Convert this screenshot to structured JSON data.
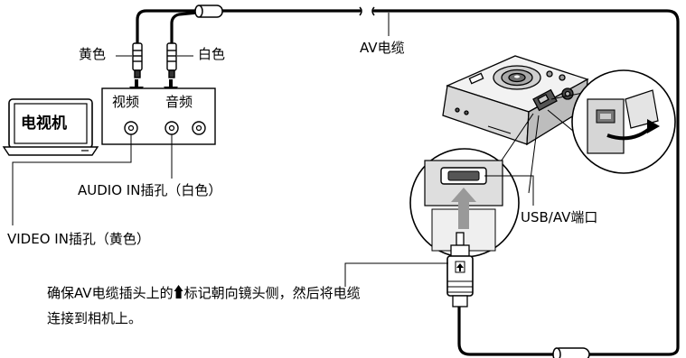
{
  "labels": {
    "yellow": "黄色",
    "white": "白色",
    "av_cable": "AV电缆",
    "tv": "电视机",
    "video": "视频",
    "audio": "音频",
    "audio_in": "AUDIO IN插孔（白色）",
    "video_in": "VIDEO IN插孔（黄色）",
    "usb_av_port": "USB/AV端口",
    "instruction_line1_pre": "确保AV电缆插头上的",
    "instruction_line1_post": "标记朝向镜头侧，然后将电缆",
    "instruction_line2": "连接到相机上。"
  },
  "icons": {
    "arrow_mark": "up-arrow-mark-icon"
  }
}
